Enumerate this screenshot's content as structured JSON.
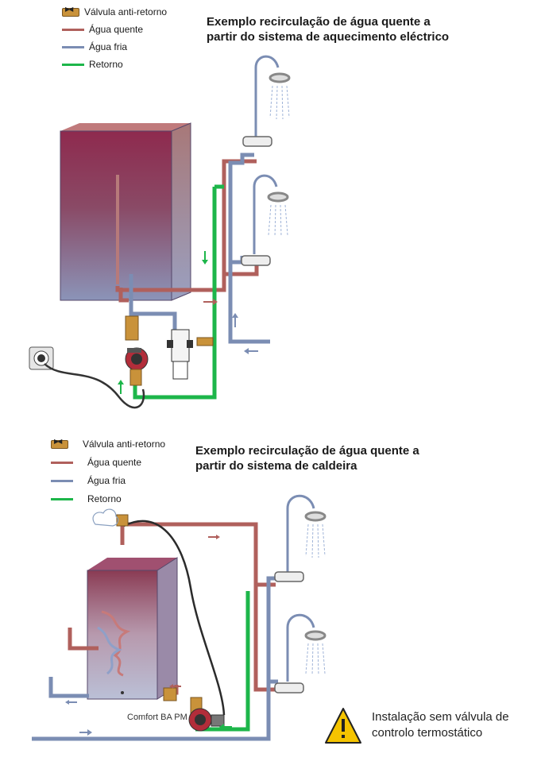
{
  "colors": {
    "hot": "#b0605c",
    "cold": "#7b8db3",
    "return": "#1db64a",
    "valve": "#c9923a"
  },
  "top": {
    "legend": [
      {
        "label": "Válvula anti-retorno"
      },
      {
        "label": "Água quente"
      },
      {
        "label": "Água fria"
      },
      {
        "label": "Retorno"
      }
    ],
    "title_line1": "Exemplo recirculação de água quente a",
    "title_line2": "partir do sistema de aquecimento eléctrico"
  },
  "bottom": {
    "legend": [
      {
        "label": "Válvula anti-retorno"
      },
      {
        "label": "Água quente"
      },
      {
        "label": "Água fria"
      },
      {
        "label": "Retorno"
      }
    ],
    "title_line1": "Exemplo recirculação de água quente a",
    "title_line2": "partir do sistema de caldeira",
    "pump_label": "Comfort BA PM",
    "warning_line1": "Instalação sem válvula de",
    "warning_line2": "controlo termostático"
  }
}
